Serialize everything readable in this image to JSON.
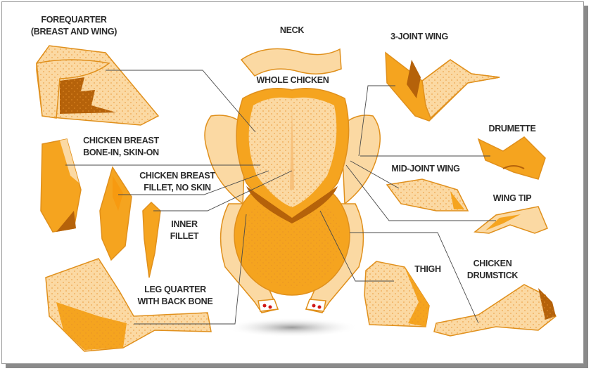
{
  "labels": {
    "forequarter": [
      "FOREQUARTER",
      "(BREAST AND WING)"
    ],
    "neck": [
      "NECK"
    ],
    "three_joint_wing": [
      "3-JOINT WING"
    ],
    "whole_chicken": [
      "WHOLE CHICKEN"
    ],
    "drumette": [
      "DRUMETTE"
    ],
    "breast_bone_in": [
      "CHICKEN BREAST",
      "BONE-IN, SKIN-ON"
    ],
    "breast_fillet": [
      "CHICKEN BREAST",
      "FILLET, NO SKIN"
    ],
    "mid_joint_wing": [
      "MID-JOINT WING"
    ],
    "wing_tip": [
      "WING TIP"
    ],
    "inner_fillet": [
      "INNER",
      "FILLET"
    ],
    "drumstick": [
      "CHICKEN",
      "DRUMSTICK"
    ],
    "thigh": [
      "THIGH"
    ],
    "leg_quarter": [
      "LEG QUARTER",
      "WITH BACK BONE"
    ]
  },
  "colors": {
    "dark_orange": "#f5a41f",
    "light_skin": "#fbd9a3",
    "brown": "#b5620a",
    "leader_line": "#4a4a4a"
  }
}
